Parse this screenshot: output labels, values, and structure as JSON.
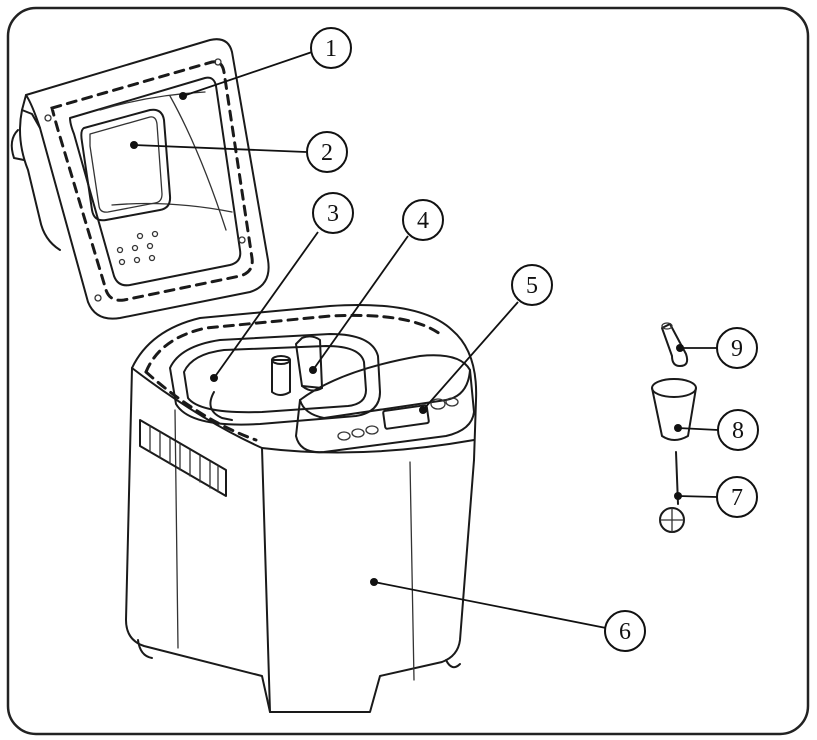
{
  "callouts": [
    {
      "label": "1"
    },
    {
      "label": "2"
    },
    {
      "label": "3"
    },
    {
      "label": "4"
    },
    {
      "label": "5"
    },
    {
      "label": "6"
    },
    {
      "label": "7"
    },
    {
      "label": "8"
    },
    {
      "label": "9"
    }
  ],
  "colors": {
    "ink": "#1a1a1a",
    "background": "#ffffff",
    "frame": "#222222"
  }
}
